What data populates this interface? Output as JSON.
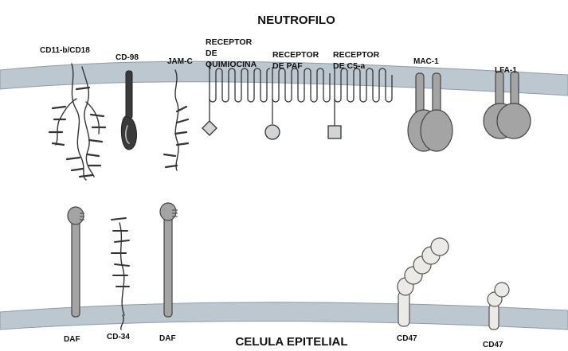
{
  "titles": {
    "top": "NEUTROFILO",
    "bottom": "CELULA EPITELIAL"
  },
  "labels": {
    "cd11b_cd18": "CD11-b/CD18",
    "cd98": "CD-98",
    "jamc": "JAM-C",
    "rec_quimiocina": [
      "RECEPTOR",
      "DE",
      "QUIMIOCINA"
    ],
    "rec_paf": [
      "RECEPTOR",
      "DE PAF"
    ],
    "rec_c5a": [
      "RECEPTOR",
      "DE C5-a"
    ],
    "mac1": "MAC-1",
    "lfa1": "LFA-1",
    "daf_left": "DAF",
    "cd34": "CD-34",
    "daf_right": "DAF",
    "cd47_left": "CD47",
    "cd47_right": "CD47"
  },
  "colors": {
    "background": "#ffffff",
    "membrane": "#bcc7cf",
    "membrane_edge": "#8f9ca6",
    "stroke": "#333333",
    "protein_gray": "#a4a4a4",
    "protein_dark": "#3a3a3a",
    "ligand_fill": "#d2d4d6",
    "cd47_fill": "#eceae6"
  }
}
